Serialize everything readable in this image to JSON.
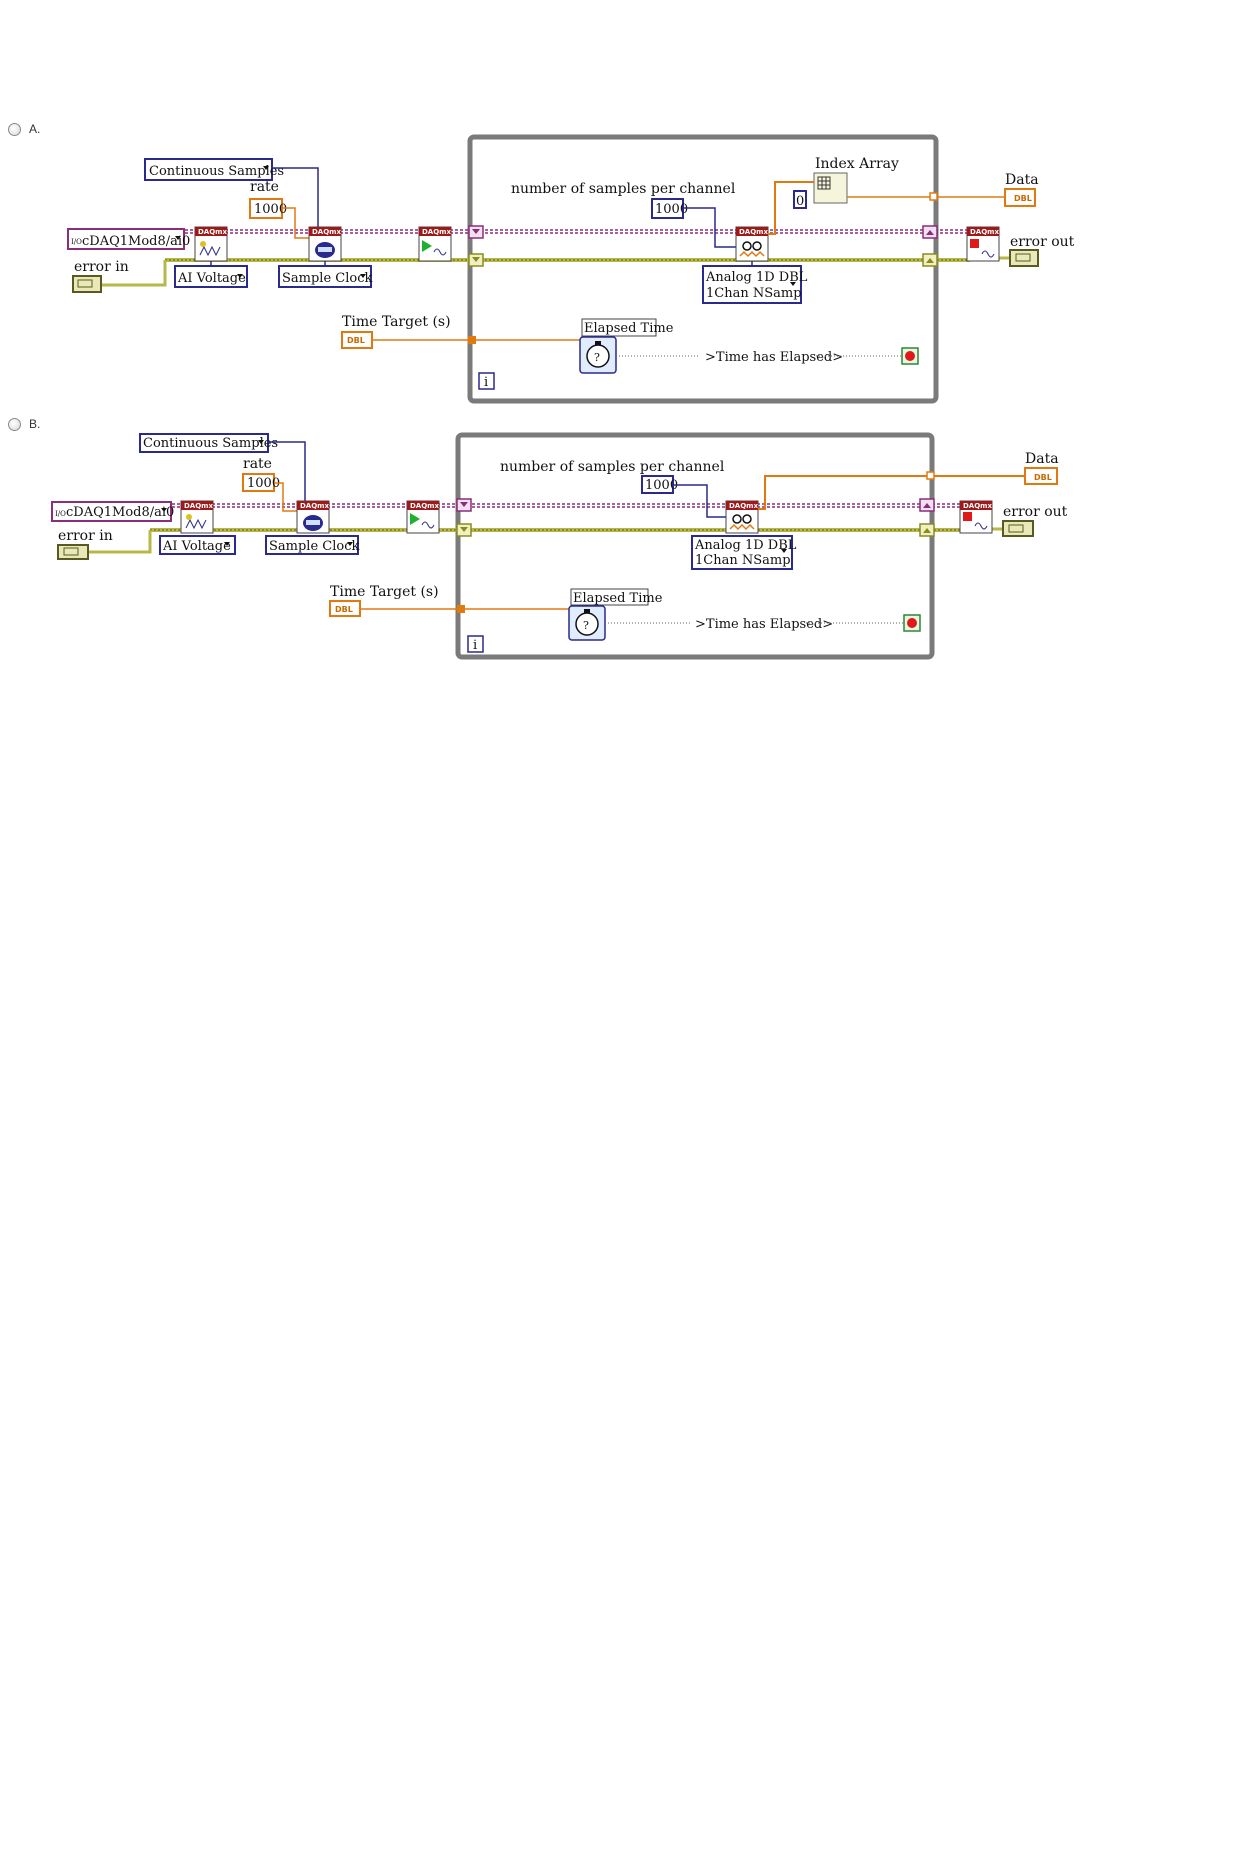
{
  "options": [
    {
      "label": "A.",
      "labels": {
        "mode": "Continuous Samples",
        "rate_label": "rate",
        "rate_value": "1000",
        "channel": "cDAQ1Mod8/ai0",
        "error_in": "error in",
        "ai_voltage": "AI Voltage",
        "sample_clock": "Sample Clock",
        "nsamples_label": "number of samples per channel",
        "nsamples_value": "1000",
        "index_array": "Index Array",
        "index_value": "0",
        "read_mode_line1": "Analog 1D DBL",
        "read_mode_line2": "1Chan NSamp",
        "data": "Data",
        "error_out": "error out",
        "time_target": "Time Target (s)",
        "elapsed_time": "Elapsed Time",
        "time_has_elapsed": ">Time has Elapsed>",
        "iteration": "i",
        "daqmx": "DAQmx",
        "dbl": "DBL"
      }
    },
    {
      "label": "B.",
      "labels": {
        "mode": "Continuous Samples",
        "rate_label": "rate",
        "rate_value": "1000",
        "channel": "cDAQ1Mod8/ai0",
        "error_in": "error in",
        "ai_voltage": "AI Voltage",
        "sample_clock": "Sample Clock",
        "nsamples_label": "number of samples per channel",
        "nsamples_value": "1000",
        "read_mode_line1": "Analog 1D DBL",
        "read_mode_line2": "1Chan NSamp",
        "data": "Data",
        "error_out": "error out",
        "time_target": "Time Target (s)",
        "elapsed_time": "Elapsed Time",
        "time_has_elapsed": ">Time has Elapsed>",
        "iteration": "i",
        "daqmx": "DAQmx",
        "dbl": "DBL"
      }
    }
  ],
  "colors": {
    "enum_border": "#2a2a8c",
    "numeric_orange": "#e07a10",
    "task_wire": "#8a2d7a",
    "error_wire": "#b7b74a",
    "loop_frame": "#7a7a7a",
    "daqmx_header": "#a01818",
    "stop_red": "#e01818"
  }
}
